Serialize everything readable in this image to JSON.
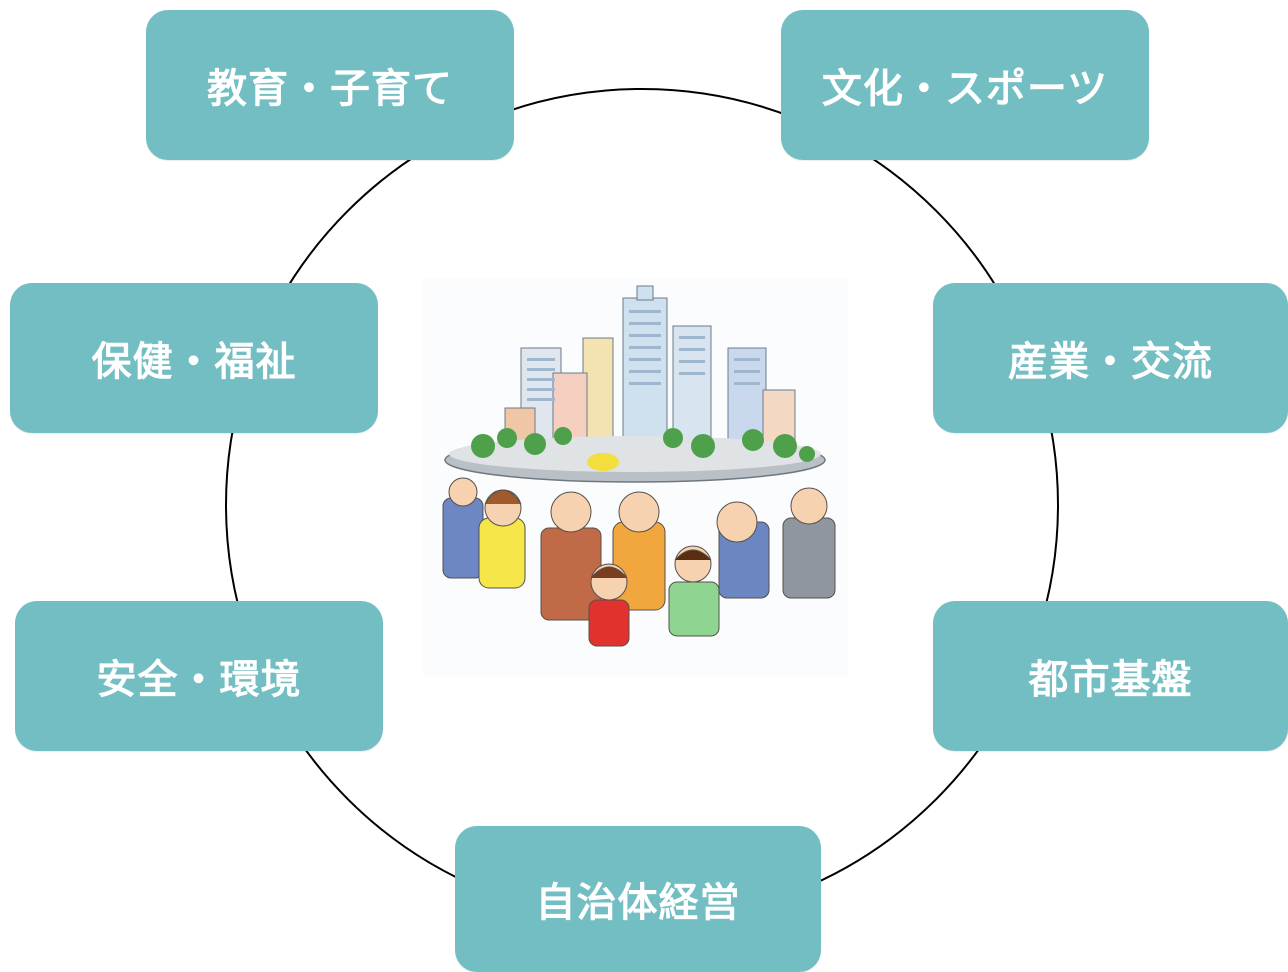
{
  "colors": {
    "node_fill": "#72bec3",
    "node_text": "#ffffff",
    "ring": "#000000"
  },
  "nodes": [
    {
      "label": "教育・子育て"
    },
    {
      "label": "文化・スポーツ"
    },
    {
      "label": "保健・福祉"
    },
    {
      "label": "産業・交流"
    },
    {
      "label": "安全・環境"
    },
    {
      "label": "都市基盤"
    },
    {
      "label": "自治体経営"
    }
  ],
  "center_image": {
    "icon": "city-held-by-citizens-illustration"
  }
}
